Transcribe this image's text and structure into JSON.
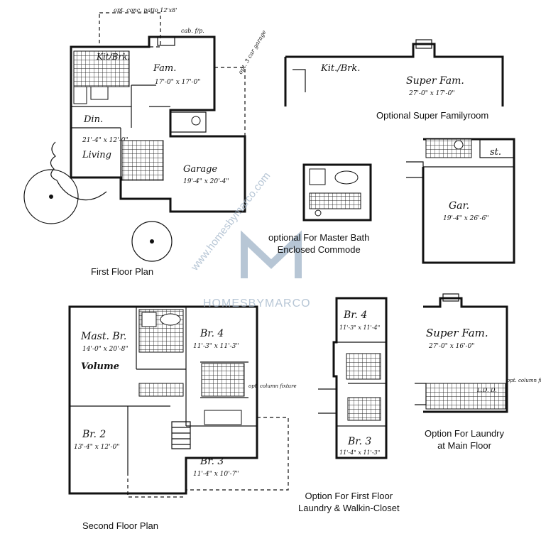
{
  "captions": {
    "first_floor": "First Floor Plan",
    "second_floor": "Second Floor Plan",
    "optional_super_family": "Optional Super Familyroom",
    "master_bath": "optional For Master Bath\nEnclosed Commode",
    "laundry_main": "Option For Laundry\nat Main Floor",
    "laundry_walkin": "Option For First Floor\nLaundry & Walkin-Closet"
  },
  "watermark": {
    "url": "www.homesbymarco.com",
    "brand": "HOMESBYMARCO",
    "color": "#9fb3c8"
  },
  "first_floor": {
    "patio": "opt. conc. patio 12'x8'",
    "fireplace": "cab. f/p.",
    "kitchen": "Kit/Brk.",
    "family": "Fam.",
    "family_dim": "17'-0\" x 17'-0\"",
    "dining": "Din.",
    "living_dim": "21'-4\" x 12'-0\"",
    "living": "Living",
    "garage": "Garage",
    "garage_dim": "19'-4\" x 20'-4\"",
    "garage_note": "opt. 3 car garage"
  },
  "super_family": {
    "kitchen": "Kit./Brk.",
    "family": "Super Fam.",
    "family_dim": "27'-0\" x 17'-0\""
  },
  "garage_option": {
    "storage": "st.",
    "garage": "Gar.",
    "garage_dim": "19'-4\" x 26'-6\""
  },
  "second_floor": {
    "master": "Mast. Br.",
    "master_dim": "14'-0\" x 20'-8\"",
    "volume": "Volume",
    "br4": "Br. 4",
    "br4_dim": "11'-3\" x 11'-3\"",
    "br2": "Br. 2",
    "br2_dim": "13'-4\" x 12'-0\"",
    "br3": "Br. 3",
    "br3_dim": "11'-4\" x 10'-7\"",
    "opt_fixture": "opt. column fixture"
  },
  "walkin_option": {
    "br4": "Br. 4",
    "br4_dim": "11'-3\" x 11'-4\"",
    "br3": "Br. 3",
    "br3_dim": "11'-4\" x 11'-3\""
  },
  "laundry_option": {
    "family": "Super Fam.",
    "family_dim": "27'-0\" x 16'-0\"",
    "laundry": "L.D. D.",
    "column": "opt. column ftx."
  }
}
